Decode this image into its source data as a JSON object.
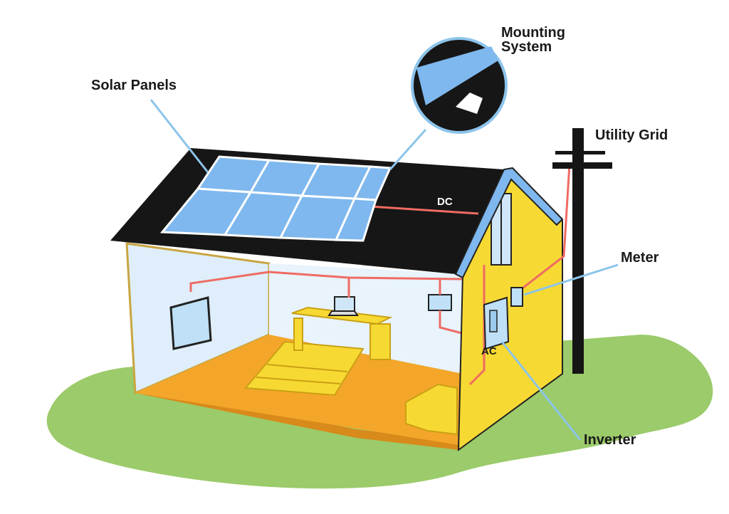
{
  "labels": {
    "solar_panels": "Solar Panels",
    "mounting_line1": "Mounting",
    "mounting_line2": "System",
    "utility_grid": "Utility Grid",
    "meter": "Meter",
    "inverter": "Inverter",
    "dc": "DC",
    "ac": "AC"
  },
  "colors": {
    "roof": "#161616",
    "panel": "#7fb8ee",
    "wall_exterior": "#f7d933",
    "floor": "#f4a62a",
    "wall_interior": "#dfeefa",
    "grass": "#9bcb6a",
    "wire": "#ef6b63",
    "leader": "#8cc4ea"
  }
}
